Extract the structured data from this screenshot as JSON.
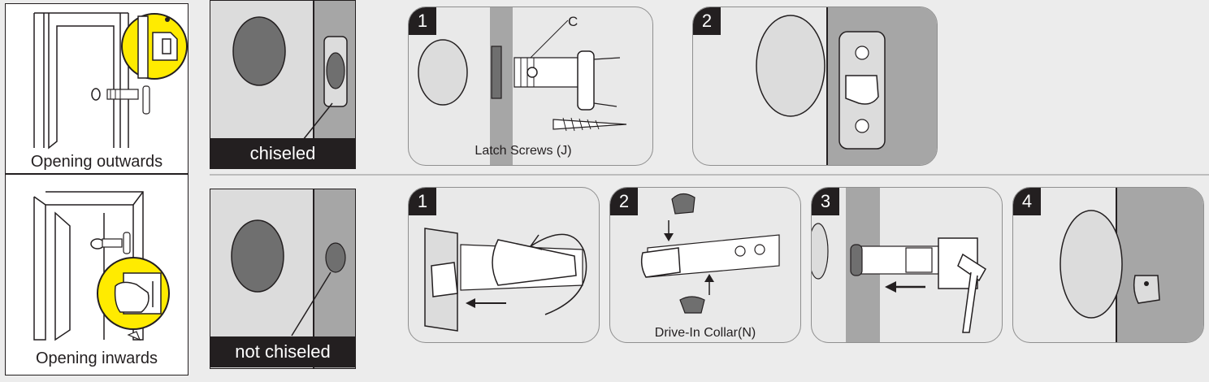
{
  "left": {
    "outwards_label": "Opening outwards",
    "inwards_label": "Opening inwards"
  },
  "door_edge": {
    "chiseled_label": "chiseled",
    "not_chiseled_label": "not chiseled"
  },
  "steps_chiseled": [
    {
      "number": "1",
      "callout": "C",
      "caption": "Latch Screws (J)"
    },
    {
      "number": "2"
    }
  ],
  "steps_not_chiseled": [
    {
      "number": "1"
    },
    {
      "number": "2",
      "caption": "Drive-In Collar(N)"
    },
    {
      "number": "3"
    },
    {
      "number": "4"
    }
  ],
  "colors": {
    "highlight": "#ffeb00",
    "ink": "#231f20",
    "door": "#dcdcdc",
    "edge": "#a6a6a6",
    "hole": "#6f6f6f"
  }
}
